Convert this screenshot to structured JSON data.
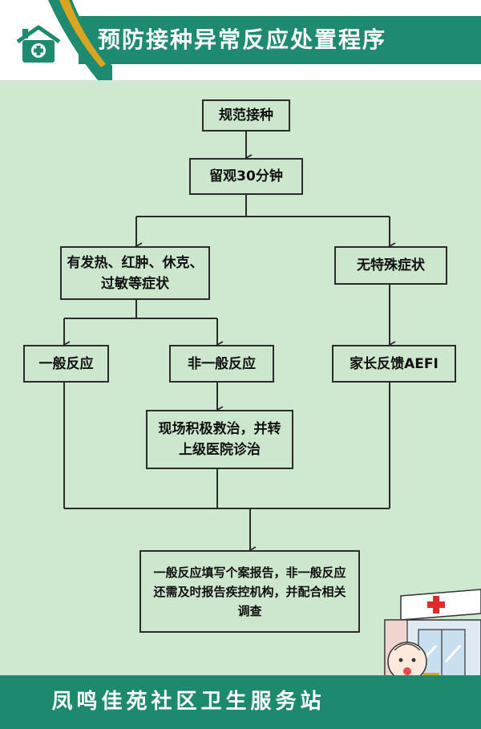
{
  "header": {
    "title": "预防接种异常反应处置程序"
  },
  "flow": {
    "standard_vaccination": "规范接种",
    "observe": "留观30分钟",
    "has_symptoms": "有发热、红肿、休克、过敏等症状",
    "no_symptoms": "无特殊症状",
    "general_reaction": "一般反应",
    "non_general_reaction": "非一般反应",
    "parent_feedback": "家长反馈AEFI",
    "rescue": "现场积极救治，并转上级医院诊治",
    "report": "一般反应填写个案报告，非一般反应还需及时报告疾控机构，并配合相关调查"
  },
  "footer": {
    "station_name": "凤鸣佳苑社区卫生服务站"
  },
  "colors": {
    "background": "#cfe8d0",
    "brand_green": "#1e8a70",
    "accent_gold": "#d9a521",
    "line": "#2b2b2b"
  },
  "icons": {
    "logo": "clinic-house-icon",
    "illustration": "clinic-baby-illustration"
  }
}
